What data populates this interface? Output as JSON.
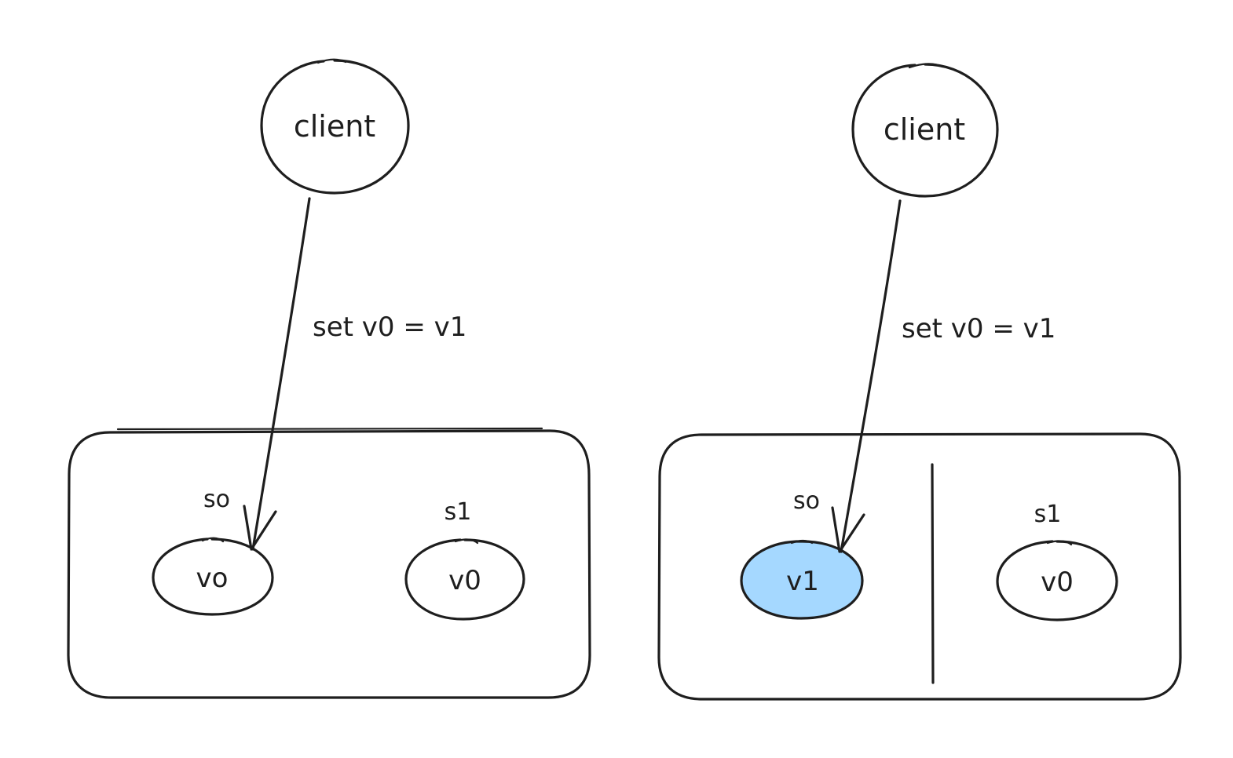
{
  "panels": [
    {
      "client_label": "client",
      "edge_label": "set v0 = v1",
      "nodes": [
        {
          "server": "so",
          "value": "vo",
          "fill": "#ffffff"
        },
        {
          "server": "s1",
          "value": "v0",
          "fill": "#ffffff"
        }
      ],
      "partitioned": false
    },
    {
      "client_label": "client",
      "edge_label": "set v0 = v1",
      "nodes": [
        {
          "server": "so",
          "value": "v1",
          "fill": "#a5d8ff"
        },
        {
          "server": "s1",
          "value": "v0",
          "fill": "#ffffff"
        }
      ],
      "partitioned": true
    }
  ],
  "colors": {
    "stroke": "#1e1e1e",
    "highlight": "#a5d8ff"
  }
}
